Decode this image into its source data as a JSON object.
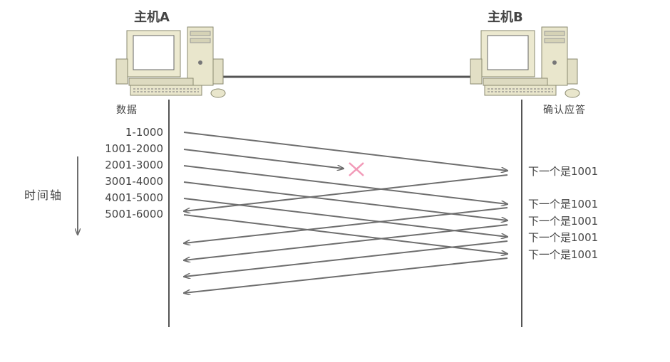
{
  "hosts": {
    "a": "主机A",
    "b": "主机B"
  },
  "headers": {
    "data": "数据",
    "ack": "确认应答"
  },
  "segments": [
    "1-1000",
    "1001-2000",
    "2001-3000",
    "3001-4000",
    "4001-5000",
    "5001-6000"
  ],
  "acks": [
    "下一个是1001",
    "下一个是1001",
    "下一个是1001",
    "下一个是1001",
    "下一个是1001"
  ],
  "time_axis": "时间轴",
  "colors": {
    "arrow": "#6e6e6e",
    "lost_mark": "#f29ab8",
    "line": "#555555"
  },
  "icons": [
    "computer-icon",
    "computer-icon",
    "lost-packet-icon"
  ]
}
